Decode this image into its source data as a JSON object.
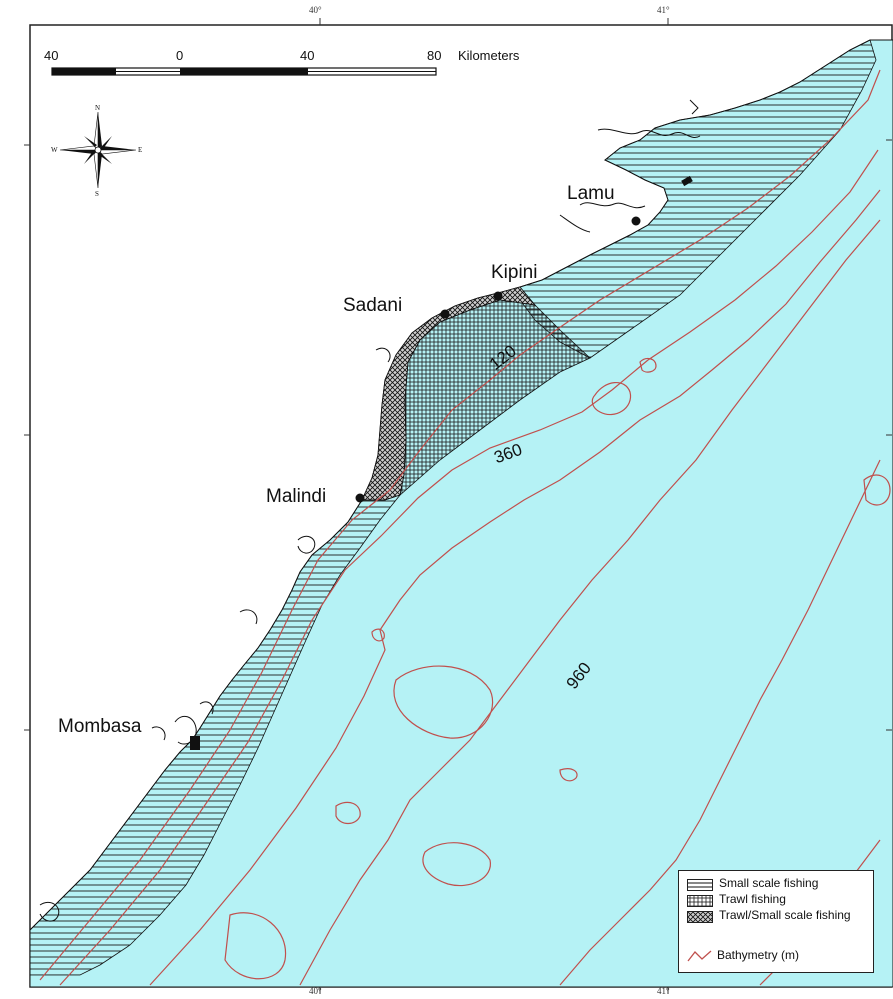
{
  "map": {
    "scale_bar": {
      "ticks": [
        "40",
        "0",
        "40",
        "80"
      ],
      "unit": "Kilometers"
    },
    "graticule": {
      "top": [
        "40°",
        "41°"
      ],
      "bottom": [
        "40°",
        "41°"
      ]
    },
    "compass": {
      "n": "N",
      "s": "S",
      "e": "E",
      "w": "W"
    },
    "places": [
      {
        "name": "Lamu"
      },
      {
        "name": "Kipini"
      },
      {
        "name": "Sadani"
      },
      {
        "name": "Malindi"
      },
      {
        "name": "Mombasa"
      }
    ],
    "contour_labels": [
      "120",
      "360",
      "960"
    ],
    "legend": {
      "items": [
        {
          "label": "Small scale fishing"
        },
        {
          "label": "Trawl fishing"
        },
        {
          "label": "Trawl/Small scale fishing"
        },
        {
          "label": "Bathymetry (m)"
        }
      ]
    },
    "colors": {
      "sea": "#b5f2f5",
      "land": "#ffffff",
      "contour": "#c0504d",
      "hatch": "#1a1a1a"
    }
  }
}
